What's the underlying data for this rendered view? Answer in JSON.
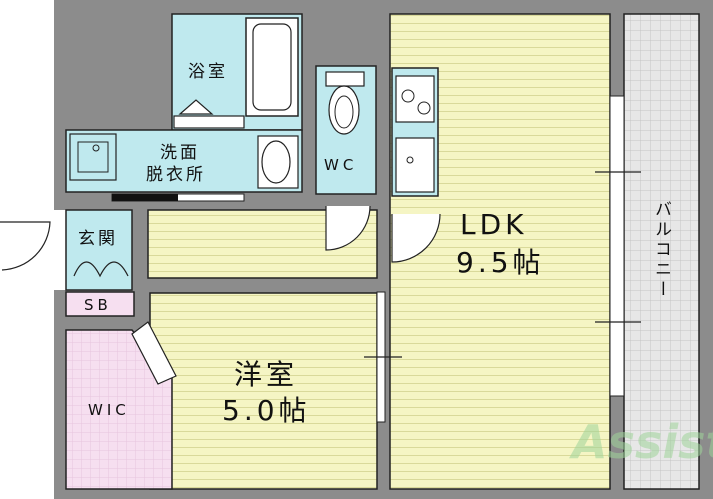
{
  "rooms": {
    "bath": {
      "label": "浴室"
    },
    "washroom": {
      "line1": "洗面",
      "line2": "脱衣所"
    },
    "wc": {
      "label": "WC"
    },
    "entrance": {
      "label": "玄関"
    },
    "sb": {
      "label": "SB"
    },
    "wic": {
      "label": "WIC"
    },
    "ldk": {
      "line1": "LDK",
      "line2": "9.5帖"
    },
    "western": {
      "line1": "洋室",
      "line2": "5.0帖"
    },
    "balcony": {
      "label": "バルコニー"
    }
  },
  "watermark": {
    "text": "Assist"
  },
  "colors": {
    "wall": "#8c8c8c",
    "wet": "#bfe9ee",
    "living": "#f5f5c4",
    "storage": "#f6dff0",
    "balcony": "#e4e4e4",
    "outline": "#222222"
  }
}
